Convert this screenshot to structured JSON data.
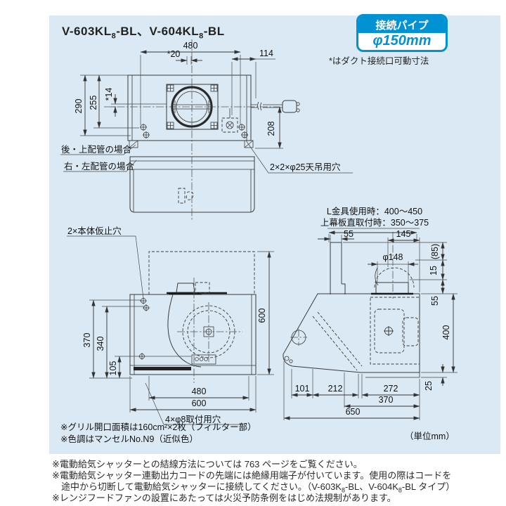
{
  "title": {
    "p1": "V-603KL",
    "s1": "8",
    "p2": "-BL、V-604KL",
    "s2": "8",
    "p3": "-BL"
  },
  "badge": {
    "line1": "接続パイプ",
    "line2": "φ150mm"
  },
  "colors": {
    "accent": "#0092d2",
    "panel_bg": "#dbe9f4",
    "line": "#3a3a3a"
  },
  "top_note": "*はダクト接続口可動寸法",
  "top_view": {
    "dims": {
      "width": "480",
      "duct_offset": "*20",
      "cord": "114",
      "height_outer": "290",
      "height_inner": "255",
      "duct_center": "*14",
      "cord_drop": "208"
    },
    "labels": {
      "rear_top_pipe": "後・上配管の場合",
      "right_left_pipe": "右・左配管の場合",
      "ceiling_holes": "2×2×φ25天吊用穴"
    }
  },
  "front_view": {
    "dims": {
      "left_outer": "370",
      "left_mid": "340",
      "left_low": "105",
      "bottom_inner": "480",
      "bottom_outer": "600",
      "right_height": "600"
    },
    "labels": {
      "temp_holes": "2×本体仮止穴",
      "mount_holes": "4×φ8取付用穴"
    }
  },
  "side_view": {
    "bracket_note1": "L金具使用時：400～450",
    "bracket_note2": "上幕板直取付時：350～375",
    "dims": {
      "plate": "55",
      "duct_right": "145",
      "duct_dia": "φ148",
      "h85": "(85)",
      "h15": "15",
      "h55": "55",
      "h400": "400",
      "h25": "25",
      "b101": "101",
      "b212": "212",
      "b272": "272",
      "b370": "370",
      "b650": "650"
    }
  },
  "notes": {
    "grill": "※グリル開口面積は160cm²×2枚（フィルター部）",
    "color": "※色調はマンセルNo.N9（近似色）",
    "unit": "（単位mm）"
  },
  "footnotes": {
    "line1": "※電動給気シャッターとの結線方法については 763 ページをご覧ください。",
    "line2": "※電動給気シャッター連動出力コードの先端には絶縁用端子が付いています。使用の際はコードを",
    "line3a": "　途中から切断して電動給気シャッターに接続してください。（V-603K",
    "line3s1": "8",
    "line3b": "-BL、V-604K",
    "line3s2": "8",
    "line3c": "-BL タイプ）",
    "line4": "※レンジフードファンの設置にあたっては火災予防条例をはじめ法規制があります。"
  }
}
